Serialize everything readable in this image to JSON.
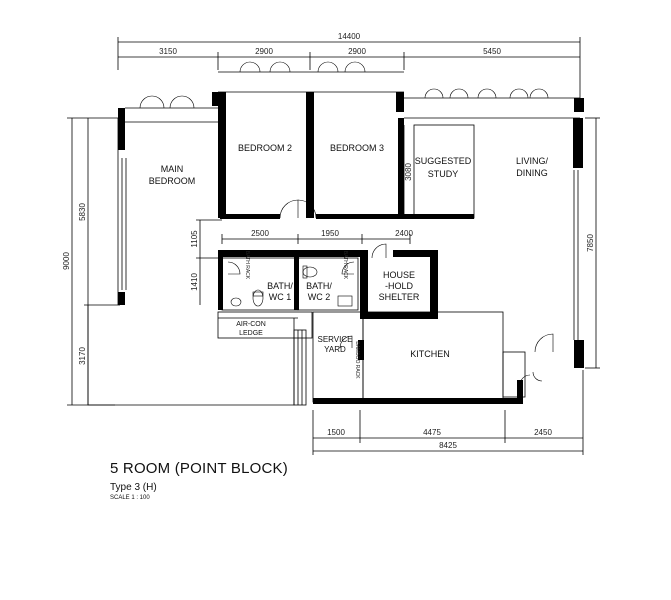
{
  "plan": {
    "title": "5 ROOM (POINT BLOCK)",
    "type": "Type 3 (H)",
    "scale": "SCALE 1 : 100",
    "dimensions": {
      "overall_top": "14400",
      "seg_1": "3150",
      "seg_2": "2900",
      "seg_3": "2900",
      "seg_4": "5450",
      "left_total": "9000",
      "left_upper": "5830",
      "left_mid": "1105",
      "left_lower": "1410",
      "left_bottom": "3170",
      "right_height": "7850",
      "study_height": "3080",
      "mid_1": "2500",
      "mid_2": "1950",
      "mid_3": "2400",
      "bottom_1": "1500",
      "bottom_2": "4475",
      "bottom_3": "2450",
      "bottom_total": "8425"
    },
    "rooms": {
      "main_bedroom": [
        "MAIN",
        "BEDROOM"
      ],
      "bedroom_2": "BEDROOM 2",
      "bedroom_3": "BEDROOM 3",
      "study": [
        "SUGGESTED",
        "STUDY"
      ],
      "living": [
        "LIVING/",
        "DINING"
      ],
      "bath_1": [
        "BATH/",
        "WC 1"
      ],
      "bath_2": [
        "BATH/",
        "WC 2"
      ],
      "shelter": [
        "HOUSE",
        "-HOLD",
        "SHELTER"
      ],
      "aircon": [
        "AIR-CON",
        "LEDGE"
      ],
      "service_yard": [
        "SERVICE",
        "YARD"
      ],
      "kitchen": "KITCHEN"
    },
    "fixtures": {
      "bath_1_rack": "BATH RACK",
      "bath_2_rack": "BATH RACK",
      "yard_rack": "BAMBOO RACK"
    }
  }
}
